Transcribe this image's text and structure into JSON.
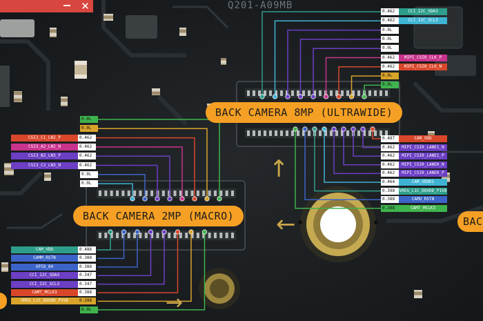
{
  "window": {
    "close_glyph": "✕"
  },
  "silk": {
    "text": "Q201-A09MB"
  },
  "titles": {
    "ultrawide": "BACK CAMERA 8MP (ULTRAWIDE)",
    "macro": "BACK CAMERA 2MP (MACRO)",
    "right_partial": "BAC"
  },
  "colors": {
    "orange": "#f5a024",
    "teal": "#2e9e8c",
    "cyan": "#3fb3d4",
    "purple": "#6c3fc4",
    "magenta": "#c8338c",
    "red": "#d9472b",
    "yellow": "#d9a42a",
    "green": "#3fb34d",
    "blue": "#3c64c8",
    "gray": "#a9a9a9"
  },
  "ultrawide_top": [
    {
      "value": "0.462",
      "name": "CCI_I2C_SDA3",
      "color": "#2e9e8c"
    },
    {
      "value": "0.462",
      "name": "CCI_I2C_SCL3",
      "color": "#3fb3d4"
    },
    {
      "value": "0.0L",
      "name": "",
      "color": "#6c3fc4"
    },
    {
      "value": "0.0L",
      "name": "",
      "color": "#6c3fc4"
    },
    {
      "value": "0.0L",
      "name": "",
      "color": "#6c3fc4"
    },
    {
      "value": "0.462",
      "name": "MIPI_CSI0_CLK_P",
      "color": "#c8338c"
    },
    {
      "value": "0.462",
      "name": "MIPI_CSI0_CLK_N",
      "color": "#d9472b"
    },
    {
      "value": "0.0L",
      "name": "",
      "color": "#d9a42a"
    },
    {
      "value": "0.0L",
      "name": "",
      "color": "#3fb34d"
    }
  ],
  "ultrawide_bottom": [
    {
      "value": "0.487",
      "name": "CAM_VDD",
      "color": "#d9472b"
    },
    {
      "value": "0.462",
      "name": "MIPI_CSI0_LANE1_N",
      "color": "#6c3fc4"
    },
    {
      "value": "0.462",
      "name": "MIPI_CSI0_LANE1_P",
      "color": "#6c3fc4"
    },
    {
      "value": "0.462",
      "name": "MIPI_CSI0_LANE0_N",
      "color": "#6c3fc4"
    },
    {
      "value": "0.462",
      "name": "MIPI_CSI0_LANE0_P",
      "color": "#6c3fc4"
    },
    {
      "value": "0.464",
      "name": "CAM_VDDD1",
      "color": "#3fb3d4"
    },
    {
      "value": "0.398",
      "name": "VREG_L1C_DOVDD_P1V8",
      "color": "#2e9e8c"
    },
    {
      "value": "0.388",
      "name": "CAMU_RSTN",
      "color": "#3c64c8"
    },
    {
      "value": "0.388",
      "name": "CAMT_MCLK3",
      "color": "#3fb34d"
    }
  ],
  "macro_top": [
    {
      "value": "0.0L",
      "name": "",
      "color": "#3fb34d"
    },
    {
      "value": "0.0L",
      "name": "",
      "color": "#d9a42a"
    },
    {
      "value": "0.462",
      "name": "CSI3_C1_LN2_P",
      "color": "#d9472b"
    },
    {
      "value": "0.462",
      "name": "CSI3_A2_LN2_N",
      "color": "#c8338c"
    },
    {
      "value": "0.462",
      "name": "CSI3_B2_LN3_P",
      "color": "#6c3fc4"
    },
    {
      "value": "0.462",
      "name": "CSI3_C2_LN3_N",
      "color": "#6c3fc4"
    },
    {
      "value": "0.0L",
      "name": "",
      "color": "#3c64c8"
    },
    {
      "value": "0.0L",
      "name": "",
      "color": "#3fb3d4"
    }
  ],
  "macro_bottom": [
    {
      "value": "0.486",
      "name": "CAM_VDD",
      "color": "#2e9e8c"
    },
    {
      "value": "0.388",
      "name": "CAMM_RSTN",
      "color": "#3c64c8"
    },
    {
      "value": "0.388",
      "name": "GPIO_84",
      "color": "#3c64c8"
    },
    {
      "value": "0.347",
      "name": "CCI_I2C_SDA3",
      "color": "#6c3fc4"
    },
    {
      "value": "0.347",
      "name": "CCI_I2C_SCL3",
      "color": "#6c3fc4"
    },
    {
      "value": "0.388",
      "name": "CAMT_MCLK3",
      "color": "#d9472b"
    },
    {
      "value": "0.398",
      "name": "VREG_L1C_DOVDD_P1V8",
      "color": "#d9a42a"
    },
    {
      "value": "0.0L",
      "name": "",
      "color": "#3fb34d"
    }
  ]
}
